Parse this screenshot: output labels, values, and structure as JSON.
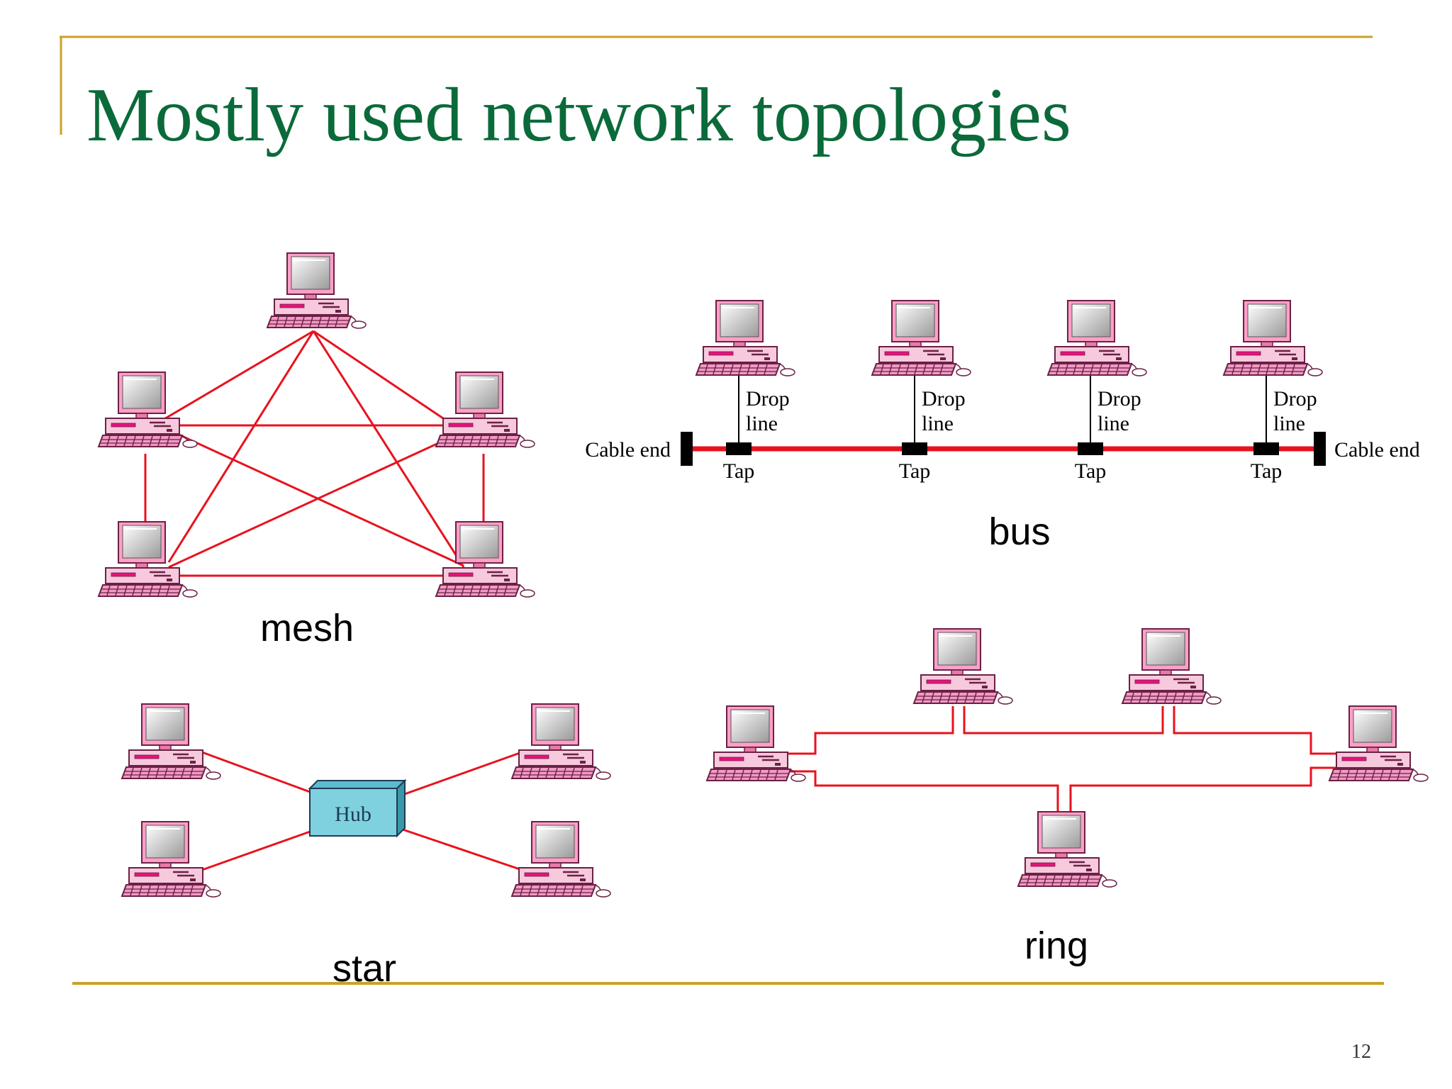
{
  "slide": {
    "title": "Mostly used network topologies",
    "page_number": "12",
    "title_color": "#0b6a3a",
    "rule_color": "#c9a227",
    "link_color": "#e8121e"
  },
  "mesh": {
    "caption": "mesh"
  },
  "bus": {
    "caption": "bus",
    "cable_end_label": "Cable end",
    "drop_label_line1": "Drop",
    "drop_label_line2": "line",
    "tap_label": "Tap"
  },
  "star": {
    "caption": "star",
    "hub_label": "Hub",
    "hub_color": "#7fd1e0"
  },
  "ring": {
    "caption": "ring"
  },
  "icons": {
    "computer": "desktop-computer-icon"
  }
}
